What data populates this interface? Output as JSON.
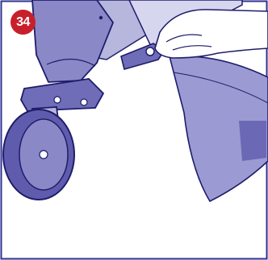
{
  "step": {
    "number": "34"
  },
  "colors": {
    "badge": "#c8202b",
    "frame_stroke": "#2e3192",
    "part_light": "#b7b6dd",
    "part_mid": "#8a88c7",
    "part_dark": "#5f5cae",
    "outline": "#1f1d6a",
    "hand_skin": "#ffffff"
  },
  "illustration": {
    "parts": [
      "stroller-frame-tube",
      "joint-hub",
      "caster-fork",
      "front-wheel",
      "release-lever",
      "fabric-seat",
      "hand"
    ]
  }
}
